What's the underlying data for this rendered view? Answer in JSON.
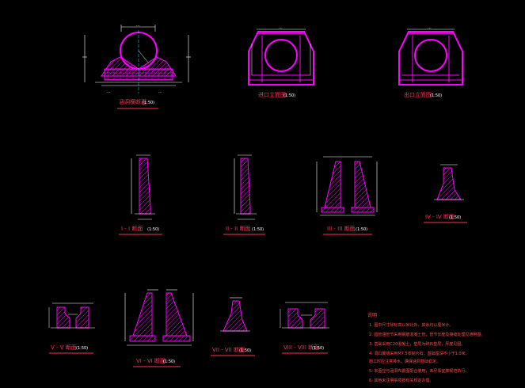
{
  "colors": {
    "background": "#000000",
    "structure": "#ff00ff",
    "dimension": "#ffffff",
    "label": "#ff2f55",
    "notes": "#ff4d4d",
    "axis": "#00ffff",
    "hatch": "#ff00ff"
  },
  "views": {
    "v1": {
      "title": "涵洞横断面",
      "scale": "(1:50)"
    },
    "v2": {
      "title": "进口立面图",
      "scale": "(1:50)"
    },
    "v3": {
      "title": "出口立面图",
      "scale": "(1:50)"
    },
    "s1": {
      "title": "I - I 断面",
      "scale": "(1:50)"
    },
    "s2": {
      "title": "II - II 断面",
      "scale": "(1:50)"
    },
    "s3": {
      "title": "III - III 断面",
      "scale": "(1:50)"
    },
    "s4": {
      "title": "IV - IV 断面",
      "scale": "(1:50)"
    },
    "s5": {
      "title": "V - V 断面",
      "scale": "(1:50)"
    },
    "s6": {
      "title": "VI - VI 断面",
      "scale": "(1:50)"
    },
    "s7": {
      "title": "VII - VII 断面",
      "scale": "(1:50)"
    },
    "s8": {
      "title": "VIII - VIII 断面",
      "scale": "(1:50)"
    }
  },
  "notes": {
    "heading": "说明",
    "lines": [
      "1. 图中尺寸除标高以米计外，其余均以厘米计。",
      "2. 圆管涵管节采用钢筋混凝土管，管节长度及接缝处理见通用图。",
      "3. 基础采用C20混凝土，垫层为碎石垫层，厚度见图。",
      "4. 洞口翼墙采用M7.5浆砌片石，基础埋深不小于1.0米。",
      "   施工时应注意排水，确保涵洞基础稳定。",
      "5. 本图应与涵洞布置图配合使用，未尽事宜按规范执行。",
      "6. 其他未注明事项按有关规定办理。"
    ]
  }
}
